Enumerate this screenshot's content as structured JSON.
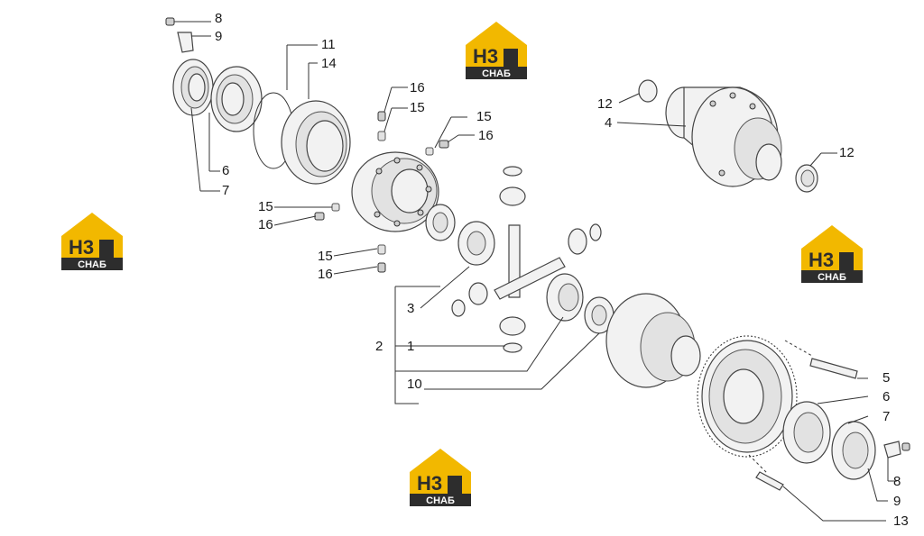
{
  "watermark": {
    "mark": "H3",
    "word": "СНАБ",
    "colors": {
      "roof": "#f2b800",
      "dark": "#2d2d2d",
      "letter": "#2d2d2d",
      "word": "#ffffff"
    }
  },
  "callouts": {
    "c8a": "8",
    "c9a": "9",
    "c11": "11",
    "c14": "14",
    "c6a": "6",
    "c7a": "7",
    "c16a": "16",
    "c15a": "15",
    "c15b": "15",
    "c16b": "16",
    "c15c": "15",
    "c16c": "16",
    "c15d": "15",
    "c16d": "16",
    "c3": "3",
    "c2": "2",
    "c1": "1",
    "c10": "10",
    "c12a": "12",
    "c4": "4",
    "c12b": "12",
    "c5": "5",
    "c6b": "6",
    "c7b": "7",
    "c8b": "8",
    "c9b": "9",
    "c13": "13"
  }
}
